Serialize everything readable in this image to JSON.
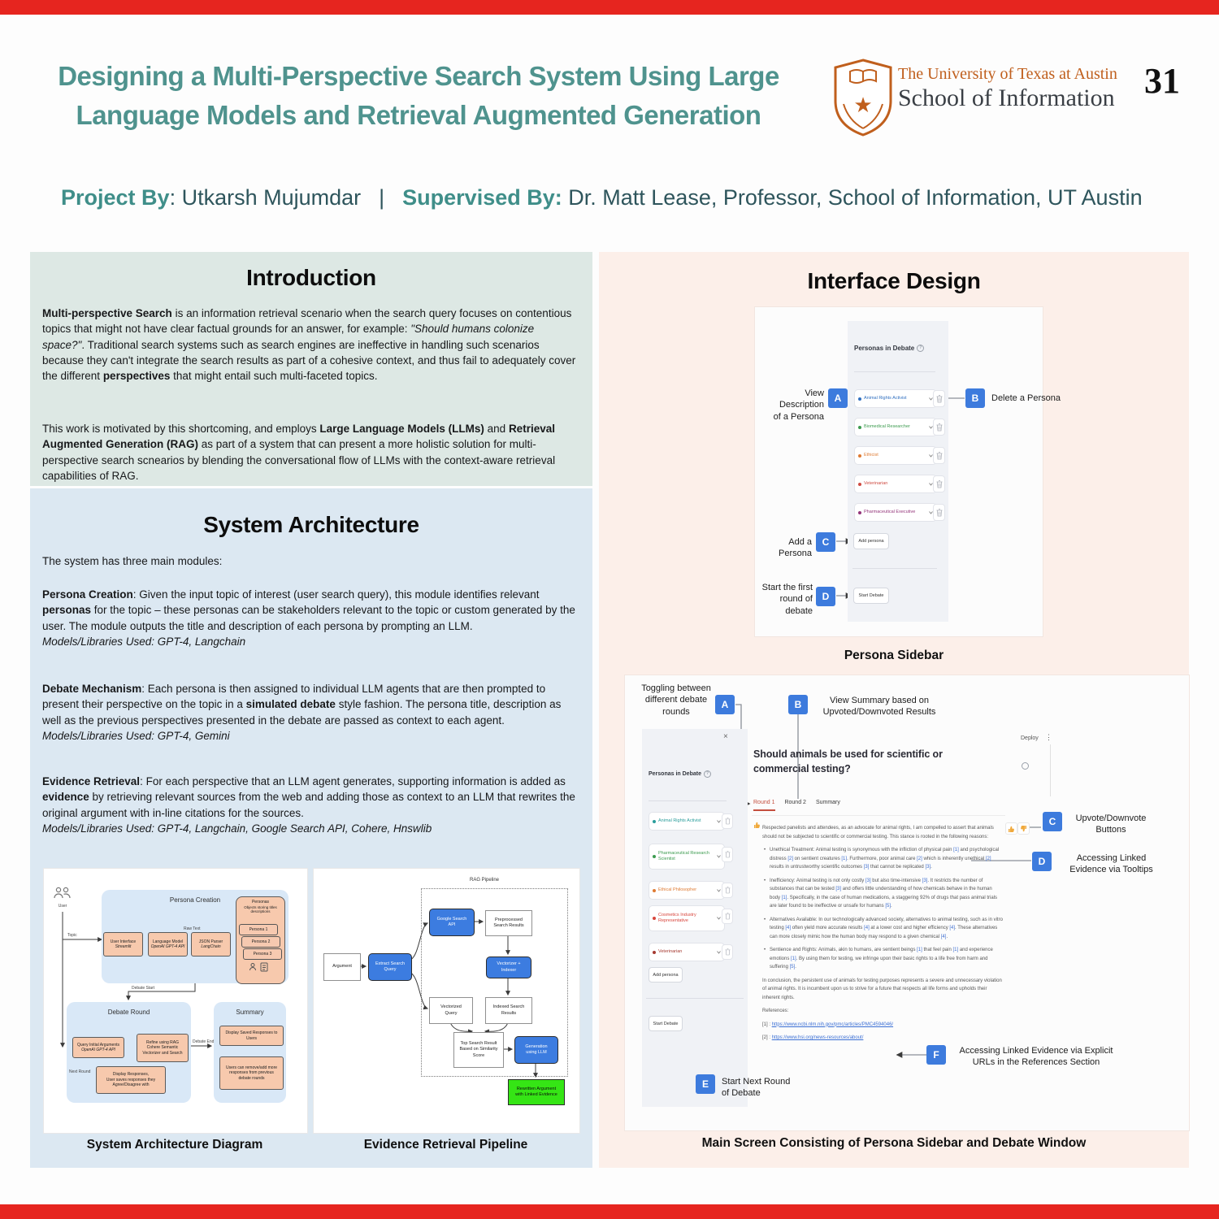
{
  "page": {
    "number": "31"
  },
  "header": {
    "title_line1": "Designing a Multi-Perspective Search System Using Large",
    "title_line2": "Language Models and Retrieval Augmented Generation",
    "logo": {
      "university": "The University of Texas at Austin",
      "school": "School of Information"
    },
    "byline": {
      "project_label": "Project By",
      "project_name": ": Utkarsh Mujumdar",
      "divider": "|",
      "supervised_label": "Supervised By:",
      "supervised_name": "Dr. Matt Lease, Professor, School of Information, UT Austin"
    }
  },
  "introduction": {
    "heading": "Introduction",
    "p1": [
      [
        "b",
        "Multi-perspective Search"
      ],
      [
        "n",
        " is an information retrieval scenario when the search query focuses on contentious topics that might not have clear factual grounds for an answer, for example: "
      ],
      [
        "i",
        "\"Should humans colonize space?\""
      ],
      [
        "n",
        ". Traditional search systems such as search engines are ineffective in handling such scenarios because they can't integrate the search results as part of a cohesive context, and thus fail to adequately cover the different "
      ],
      [
        "b",
        "perspectives"
      ],
      [
        "n",
        " that might entail such multi-faceted topics."
      ]
    ],
    "p2": [
      [
        "n",
        "This work is motivated by this shortcoming, and employs "
      ],
      [
        "b",
        "Large Language Models (LLMs)"
      ],
      [
        "n",
        " and "
      ],
      [
        "b",
        "Retrieval Augmented Generation (RAG)"
      ],
      [
        "n",
        " as part of a system that can present a more holistic solution for multi-perspective search scnearios by blending the conversational flow of LLMs with the context-aware retrieval capabilities of RAG."
      ]
    ]
  },
  "system_architecture": {
    "heading": "System Architecture",
    "lead": "The system has three main modules:",
    "module1": [
      [
        "b",
        "Persona Creation"
      ],
      [
        "n",
        ": Given the input topic of interest (user search query), this module identifies relevant "
      ],
      [
        "b",
        "personas"
      ],
      [
        "n",
        " for the topic – these personas can be stakeholders relevant to the topic or custom generated by the user. The module outputs the title and description of each persona by prompting an LLM.\n"
      ],
      [
        "i",
        "Models/Libraries Used: GPT-4, Langchain"
      ]
    ],
    "module2": [
      [
        "b",
        "Debate Mechanism"
      ],
      [
        "n",
        ": Each persona is then assigned to individual LLM agents that are then prompted to present their perspective on the topic in a "
      ],
      [
        "b",
        "simulated debate"
      ],
      [
        "n",
        " style fashion. The persona title, description as well as the previous perspectives presented in the debate are passed as context to each agent.\n"
      ],
      [
        "i",
        "Models/Libraries Used: GPT-4, Gemini"
      ]
    ],
    "module3": [
      [
        "b",
        "Evidence Retrieval"
      ],
      [
        "n",
        ": For each perspective that an LLM agent generates, supporting information is added as "
      ],
      [
        "b",
        "evidence"
      ],
      [
        "n",
        " by retrieving relevant sources from the web and adding those as context to an LLM that rewrites the original argument with in-line citations for the sources.\n"
      ],
      [
        "i",
        "Models/Libraries Used: GPT-4, Langchain, Google Search API, Cohere, Hnswlib"
      ]
    ]
  },
  "diagram1": {
    "caption": "System Architecture Diagram",
    "user": "User",
    "topic": "Topic",
    "persona_creation": "Persona Creation",
    "ui_title": "User Interface",
    "ui_sub": "Streamlit",
    "lm_title": "Language Model",
    "lm_sub": "OpenAI GPT-4 API",
    "raw_text": "Raw Text",
    "parser_title": "JSON Parser",
    "parser_sub": "LangChain",
    "personas_title": "Personas",
    "personas_sub": "Objects storing titles\ndescriptions",
    "persona1": "Persona 1",
    "persona2": "Persona 2",
    "persona3": "Persona 3",
    "debate_start": "Debate Start",
    "debate_round": "Debate Round",
    "query_title": "Query Initial Arguments",
    "query_sub": "OpenAI GPT-4 API",
    "refine": "Refine using RAG\nCohere Semantic\nVectorizer and Search",
    "display": "Display Responses,\nUser saves responses they\nAgree/Disagree with",
    "next_round": "Next Round",
    "debate_end": "Debate End",
    "summary": "Summary",
    "s1": "Display Saved Responses to\nUsers",
    "s2": "Users can remove/add more\nresponses from previous\ndebate rounds"
  },
  "diagram2": {
    "caption": "Evidence Retrieval Pipeline",
    "rag": "RAG Pipeline",
    "argument": "Argument",
    "extract": "Extract Search\nQuery",
    "google": "Google Search\nAPI",
    "preproc": "Preprocessed\nSearch Results",
    "vectorizer": "Vectorizer +\nIndexer",
    "vquery": "Vectorized\nQuery",
    "indexed": "Indexed Search\nResults",
    "top": "Top Search Result\nBased on Similarity\nScore",
    "generation": "Generation\nusing LLM",
    "rewritten": "Rewritten Argument\nwith Linked Evidence"
  },
  "interface": {
    "heading": "Interface Design",
    "sidebar_fig": {
      "caption": "Persona Sidebar",
      "panel_title": "Personas in Debate",
      "personas": [
        {
          "icon": "paw-icon",
          "label": "Animal Rights Activist",
          "color": "#3170c0"
        },
        {
          "icon": "microscope-icon",
          "label": "Biomedical Researcher",
          "color": "#3c9b4f"
        },
        {
          "icon": "scales-icon",
          "label": "Ethicist",
          "color": "#df7a32"
        },
        {
          "icon": "dog-icon",
          "label": "Veterinarian",
          "color": "#cf4b42"
        },
        {
          "icon": "briefcase-icon",
          "label": "Pharmaceutical Executive",
          "color": "#94357a"
        }
      ],
      "add_button": "Add persona",
      "start_button": "Start Debate",
      "ann_a": {
        "letter": "A",
        "text": "View Description\nof a Persona"
      },
      "ann_b": {
        "letter": "B",
        "text": "Delete a Persona"
      },
      "ann_c": {
        "letter": "C",
        "text": "Add a Persona"
      },
      "ann_d": {
        "letter": "D",
        "text": "Start the first\nround of debate"
      }
    },
    "main_fig": {
      "caption": "Main Screen Consisting of Persona Sidebar and Debate Window",
      "ann_a": {
        "letter": "A",
        "text": "Toggling between\ndifferent debate\nrounds"
      },
      "ann_b": {
        "letter": "B",
        "text": "View Summary based on\nUpvoted/Downvoted Results"
      },
      "ann_c": {
        "letter": "C",
        "text": "Upvote/Downvote\nButtons"
      },
      "ann_d": {
        "letter": "D",
        "text": "Accessing Linked\nEvidence via Tooltips"
      },
      "ann_e": {
        "letter": "E",
        "text": "Start Next Round\nof Debate"
      },
      "ann_f": {
        "letter": "F",
        "text": "Accessing Linked Evidence via Explicit\nURLs in the References Section"
      },
      "sidebar": {
        "close": "×",
        "title": "Personas in Debate",
        "personas": [
          {
            "label": "Animal Rights Activist",
            "color": "#2a9d9b"
          },
          {
            "label": "Pharmaceutical Research Scientist",
            "color": "#3c9b4f"
          },
          {
            "label": "Ethical Philosopher",
            "color": "#df7a32"
          },
          {
            "label": "Cosmetics Industry Representative",
            "color": "#d8453c"
          },
          {
            "label": "Veterinarian",
            "color": "#a63a31"
          }
        ],
        "add_button": "Add persona",
        "start_button": "Start Debate"
      },
      "toolbar": {
        "deploy": "Deploy",
        "menu": "⋮"
      },
      "question": "Should animals be used for scientific or commercial testing?",
      "tabs": [
        "Round 1",
        "Round 2",
        "Summary"
      ],
      "debate": {
        "intro": "Respected panelists and attendees, as an advocate for animal rights, I am compelled to assert that animals should not be subjected to scientific or commercial testing. This stance is rooted in the following reasons:",
        "bullets": [
          "Unethical Treatment: Animal testing is synonymous with the infliction of physical pain [1] and psychological distress [2] on sentient creatures [1]. Furthermore, poor animal care [2] which is inherently unethical [2] results in untrustworthy scientific outcomes [3] that cannot be replicated [3].",
          "Inefficiency: Animal testing is not only costly [3] but also time-intensive [3]. It restricts the number of substances that can be tested [3] and offers little understanding of how chemicals behave in the human body [1]. Specifically, in the case of human medications, a staggering 92% of drugs that pass animal trials are later found to be ineffective or unsafe for humans [5].",
          "Alternatives Available: In our technologically advanced society, alternatives to animal testing, such as in vitro testing [4] often yield more accurate results [4] at a lower cost and higher efficiency [4]. These alternatives can more closely mimic how the human body may respond to a given chemical [4].",
          "Sentience and Rights: Animals, akin to humans, are sentient beings [1] that feel pain [1] and experience emotions [1]. By using them for testing, we infringe upon their basic rights to a life free from harm and suffering [5]."
        ],
        "conclusion": "In conclusion, the persistent use of animals for testing purposes represents a severe and unnecessary violation of animal rights. It is incumbent upon us to strive for a future that respects all life forms and upholds their inherent rights.",
        "references_label": "References:",
        "ref1_prefix": "[1] : ",
        "ref1_url": "https://www.ncbi.nlm.nih.gov/pmc/articles/PMC4594046/",
        "ref2_prefix": "[2] : ",
        "ref2_url": "https://www.hsi.org/news-resources/about/"
      }
    }
  }
}
